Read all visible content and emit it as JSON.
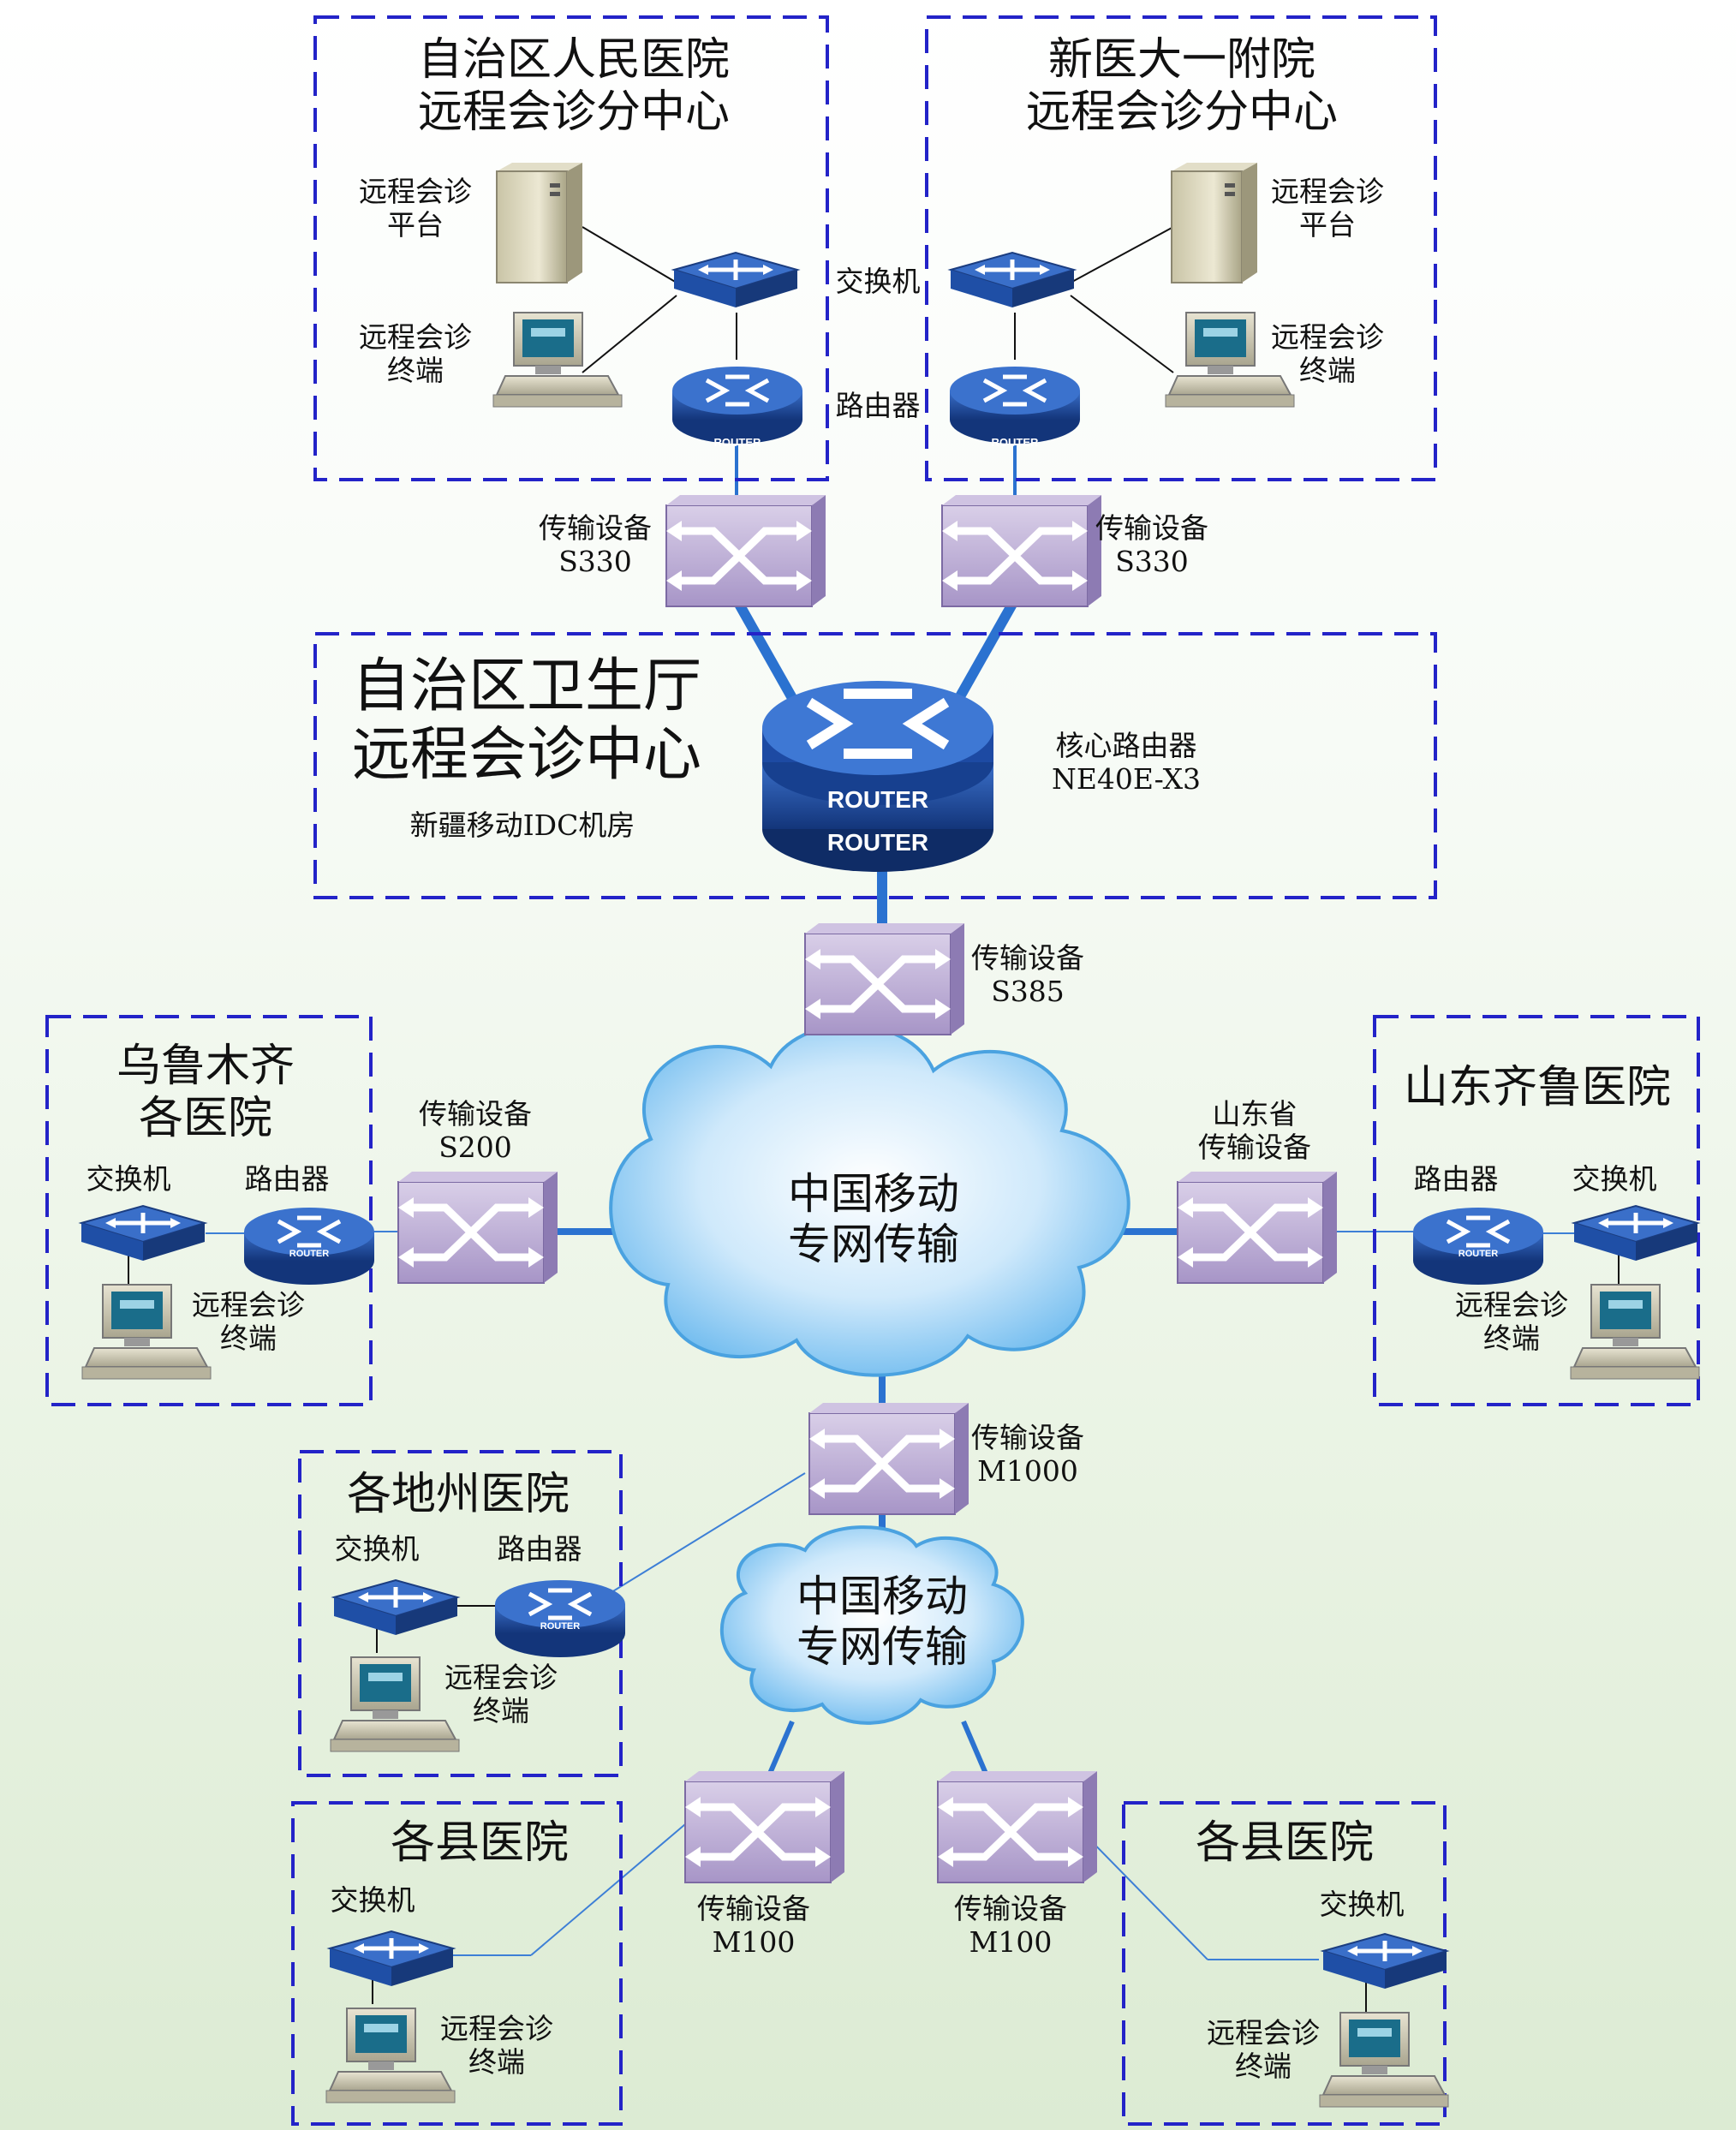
{
  "center_a": {
    "title": "自治区人民医院\n远程会诊分中心",
    "platform": "远程会诊\n平台",
    "terminal": "远程会诊\n终端",
    "switch": "交换机",
    "router": "路由器",
    "transport": "传输设备\nS330"
  },
  "center_b": {
    "title": "新医大一附院\n远程会诊分中心",
    "platform": "远程会诊\n平台",
    "terminal": "远程会诊\n终端",
    "transport": "传输设备\nS330"
  },
  "hub": {
    "title": "自治区卫生厅\n远程会诊中心",
    "location": "新疆移动IDC机房",
    "core_router": "核心路由器\nNE40E-X3",
    "router_text_1": "ROUTER",
    "router_text_2": "ROUTER",
    "transport": "传输设备\nS385"
  },
  "cloud_main": {
    "label": "中国移动\n专网传输"
  },
  "cloud_lower": {
    "label": "中国移动\n专网传输"
  },
  "urumqi": {
    "title": "乌鲁木齐\n各医院",
    "switch": "交换机",
    "router": "路由器",
    "terminal": "远程会诊\n终端",
    "transport": "传输设备\nS200"
  },
  "shandong": {
    "title": "山东齐鲁医院",
    "router": "路由器",
    "switch": "交换机",
    "terminal": "远程会诊\n终端",
    "transport": "山东省\n传输设备"
  },
  "prefecture": {
    "title": "各地州医院",
    "switch": "交换机",
    "router": "路由器",
    "terminal": "远程会诊\n终端",
    "transport": "传输设备\nM1000"
  },
  "county_left": {
    "title": "各县医院",
    "switch": "交换机",
    "terminal": "远程会诊\n终端",
    "transport": "传输设备\nM100"
  },
  "county_right": {
    "title": "各县医院",
    "switch": "交换机",
    "terminal": "远程会诊\n终端",
    "transport": "传输设备\nM100"
  },
  "router_small_text": "ROUTER",
  "colors": {
    "box_border": "#2323c8",
    "link_thick": "#2b72d0",
    "link_thin": "#3d7fd6",
    "device_blue": "#1f4fa6",
    "transport_purple": "#b9a9d3",
    "cloud_blue": "#7bc2f0"
  }
}
